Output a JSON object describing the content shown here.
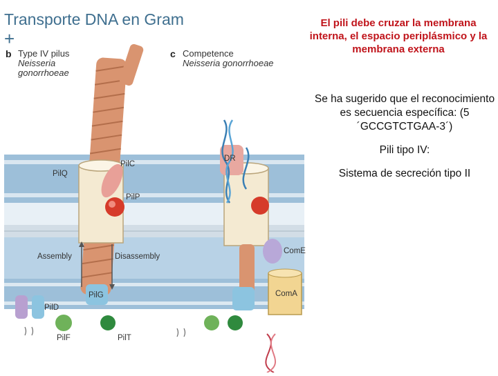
{
  "title": {
    "line1": "Transporte DNA en Gram",
    "line2": "+"
  },
  "figure": {
    "panel_b": {
      "letter": "b",
      "line1": "Type IV pilus",
      "line2": "Neisseria",
      "line3": "gonorrhoeae"
    },
    "panel_c": {
      "letter": "c",
      "line1": "Competence",
      "line2": "Neisseria gonorrhoeae"
    },
    "labels": {
      "pilc": "PilC",
      "pilq": "PilQ",
      "pilp": "PilP",
      "dr": "DR",
      "comE": "ComE",
      "assembly": "Assembly",
      "disassembly": "Disassembly",
      "pilg": "PilG",
      "pild": "PilD",
      "pilf": "PilF",
      "pilt": "PilT",
      "comA": "ComA"
    }
  },
  "red_note": "El pili debe cruzar la membrana interna, el espacio periplásmico y la membrana externa",
  "notes": [
    "Se ha sugerido que el reconocimiento es secuencia específica: (5´GCCGTCTGAA-3´)",
    "Pili tipo IV:",
    "Sistema de secreción tipo II"
  ],
  "colors": {
    "title": "#3f6f8f",
    "red_note": "#c0141b",
    "membrane_outer": "#8fb6d4",
    "membrane_inner": "#a9c6dd",
    "pilus": "#d9956c",
    "secretin": "#f4ead2",
    "pilp": "#d63b2a"
  },
  "icons": [
    "dna-helix",
    "pilus-fiber",
    "secretin-channel",
    "membrane-bilayer"
  ]
}
